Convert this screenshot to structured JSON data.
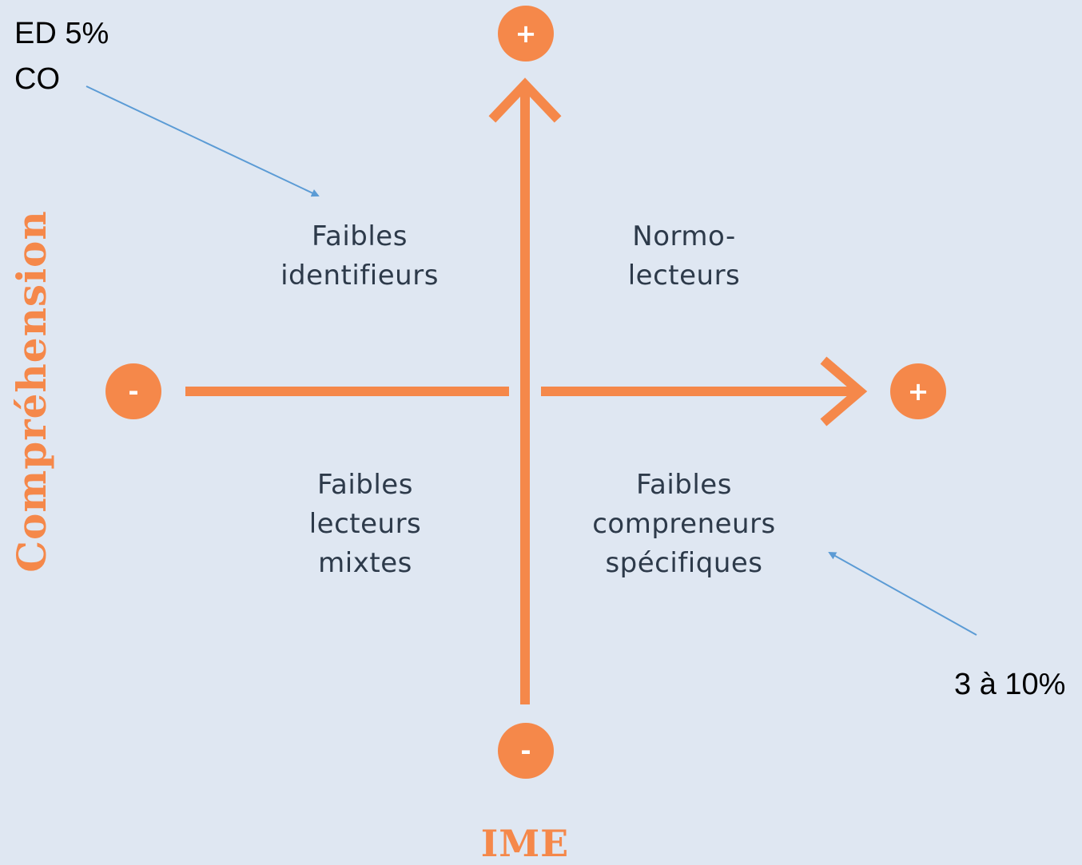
{
  "diagram": {
    "axes": {
      "x_title": "IME",
      "y_title": "Compréhension"
    },
    "signs": {
      "top": "+",
      "bottom": "-",
      "left": "-",
      "right": "+"
    },
    "quadrants": {
      "top_left": "Faibles\nidentifieurs",
      "top_right": "Normo-\nlecteurs",
      "bottom_left": "Faibles\nlecteurs\nmixtes",
      "bottom_right": "Faibles\ncompreneurs\nspécifiques"
    },
    "annotations": {
      "top_left_line1": "ED 5%",
      "top_left_line2": "CO",
      "bottom_right": "3 à 10%"
    },
    "colors": {
      "background": "#dfe7f2",
      "accent": "#f5884a",
      "annotation_arrow": "#5b9bd5",
      "text": "#2d3a4a"
    }
  }
}
